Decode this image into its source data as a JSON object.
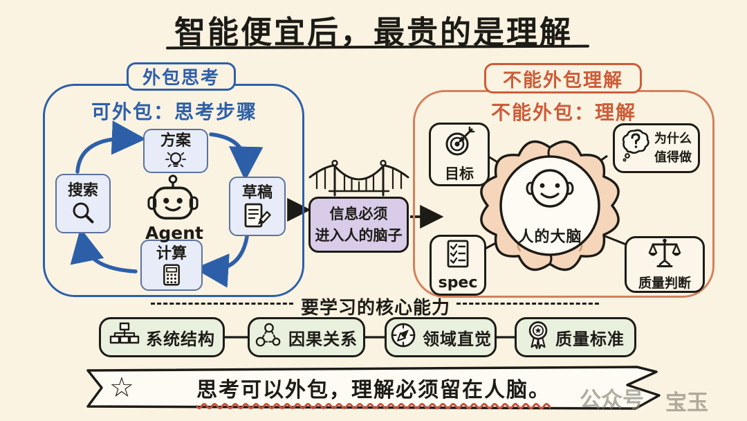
{
  "title": "智能便宜后，最贵的是理解",
  "left_panel": {
    "tag": "外包思考",
    "subtitle": "可外包：思考步骤",
    "agent_label": "Agent",
    "steps": [
      {
        "label": "方案",
        "icon": "lightbulb-icon"
      },
      {
        "label": "草稿",
        "icon": "draft-icon"
      },
      {
        "label": "计算",
        "icon": "calculator-icon"
      },
      {
        "label": "搜索",
        "icon": "search-icon"
      }
    ]
  },
  "bridge_box": {
    "icon": "bridge-icon",
    "line1": "信息必须",
    "line2": "进入人的脑子"
  },
  "right_panel": {
    "tag": "不能外包理解",
    "subtitle": "不能外包：理解",
    "brain_label": "人的大脑",
    "items": [
      {
        "label": "目标",
        "icon": "target-icon"
      },
      {
        "line1": "为什么",
        "line2": "值得做",
        "icon": "question-thought-icon"
      },
      {
        "label": "spec",
        "icon": "checklist-icon"
      },
      {
        "label": "质量判断",
        "icon": "scale-icon"
      }
    ]
  },
  "skills": {
    "heading": "要学习的核心能力",
    "items": [
      {
        "label": "系统结构",
        "icon": "hierarchy-icon"
      },
      {
        "label": "因果关系",
        "icon": "causal-graph-icon"
      },
      {
        "label": "领域直觉",
        "icon": "compass-icon"
      },
      {
        "label": "质量标准",
        "icon": "medal-icon"
      }
    ]
  },
  "banner": {
    "star": "☆",
    "text": "思考可以外包，理解必须留在人脑。"
  },
  "watermark": {
    "text1": "公众号",
    "text2": "宝玉"
  },
  "colors": {
    "background": "#faf3e2",
    "blue": "#2d5fa9",
    "blue_box_fill": "#e7ecf8",
    "orange_text": "#cd5c38",
    "orange_border": "#d3805c",
    "purple_fill": "#d8cce9",
    "brain_fill": "#f5d6bb",
    "green_fill": "#e9f0de",
    "ink": "#1d1b16"
  }
}
